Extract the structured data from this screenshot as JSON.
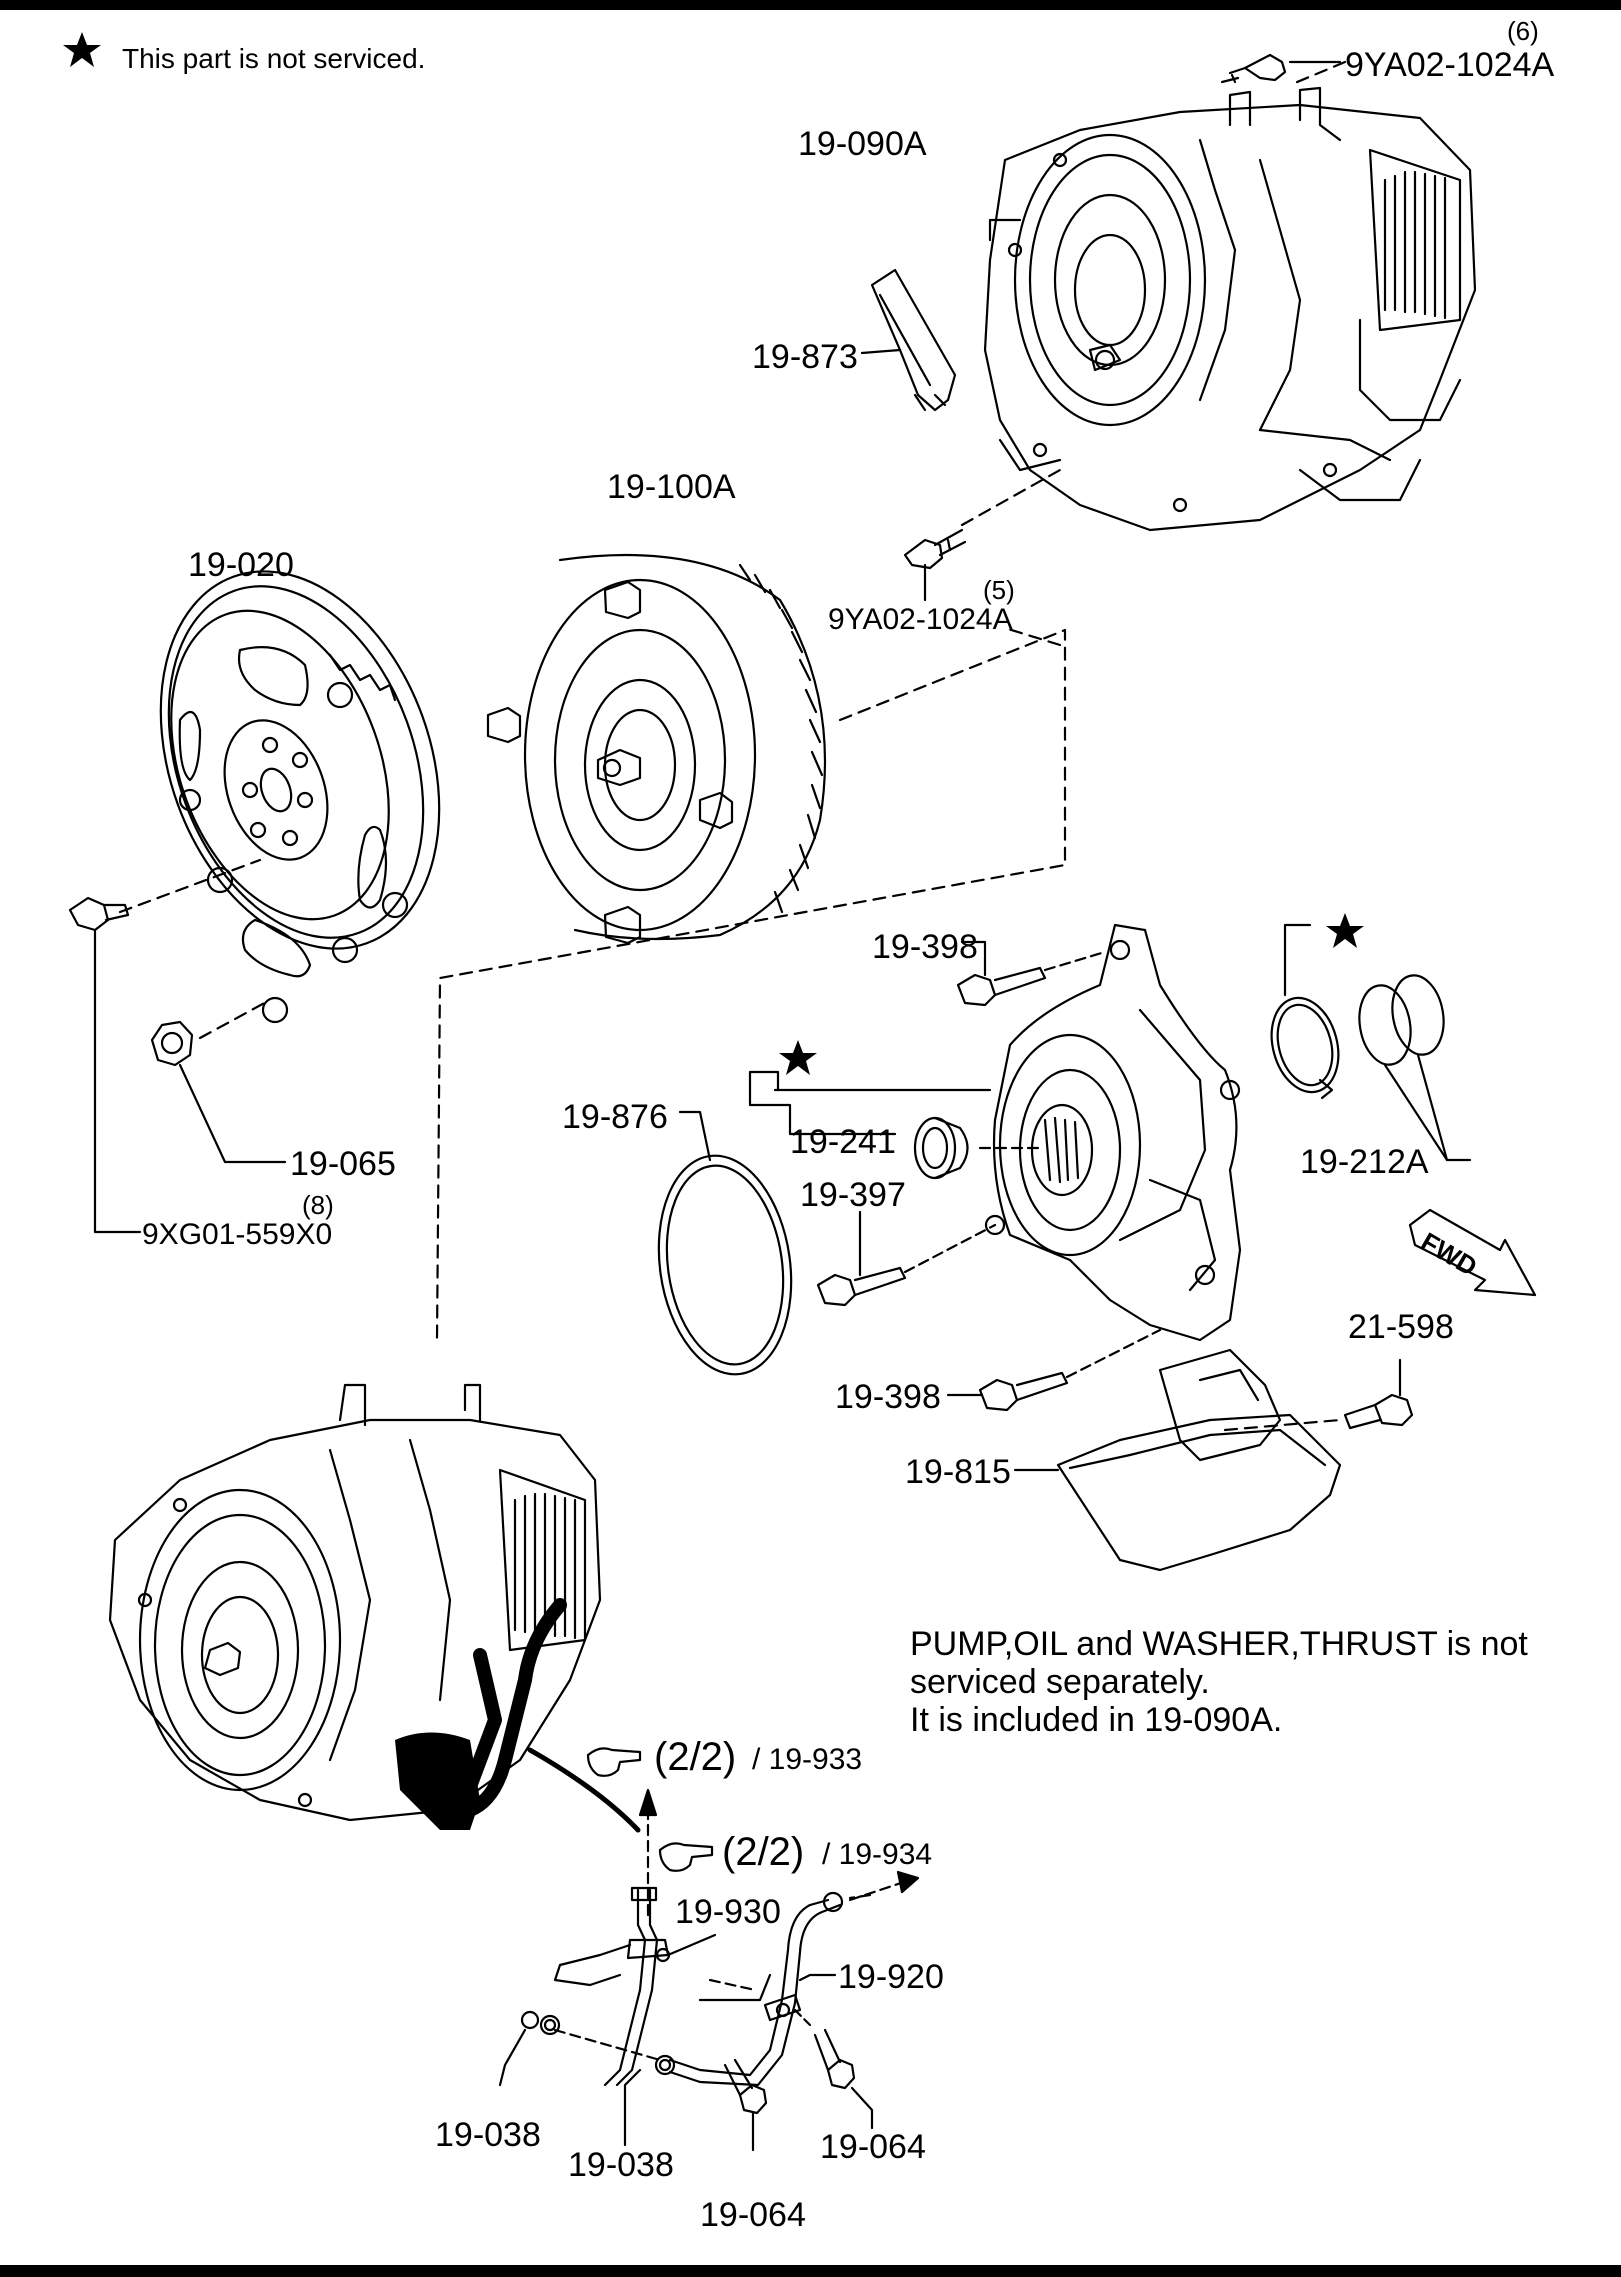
{
  "legend": {
    "star": "★",
    "text": "This part is not serviced."
  },
  "labels": {
    "p9ya02_top_qty": "(6)",
    "p9ya02_top": "9YA02-1024A",
    "p19_090a": "19-090A",
    "p19_873": "19-873",
    "p19_100a": "19-100A",
    "p19_020": "19-020",
    "p9ya02_mid_qty": "(5)",
    "p9ya02_mid": "9YA02-1024A",
    "p19_398a": "19-398",
    "p19_876": "19-876",
    "p19_241": "19-241",
    "p19_397": "19-397",
    "p19_212a": "19-212A",
    "p19_065": "19-065",
    "p9xg01_qty": "(8)",
    "p9xg01": "9XG01-559X0",
    "p21_598": "21-598",
    "p19_398b": "19-398",
    "p19_815": "19-815",
    "ref1_page": "(2/2)",
    "ref1_sep": "/ 19-933",
    "ref2_page": "(2/2)",
    "ref2_sep": "/ 19-934",
    "p19_930": "19-930",
    "p19_920": "19-920",
    "p19_038a": "19-038",
    "p19_038b": "19-038",
    "p19_064a": "19-064",
    "p19_064b": "19-064",
    "fwd": "FWD"
  },
  "note": {
    "line1": "PUMP,OIL and WASHER,THRUST is not",
    "line2": "serviced separately.",
    "line3": "It is included in 19-090A."
  }
}
